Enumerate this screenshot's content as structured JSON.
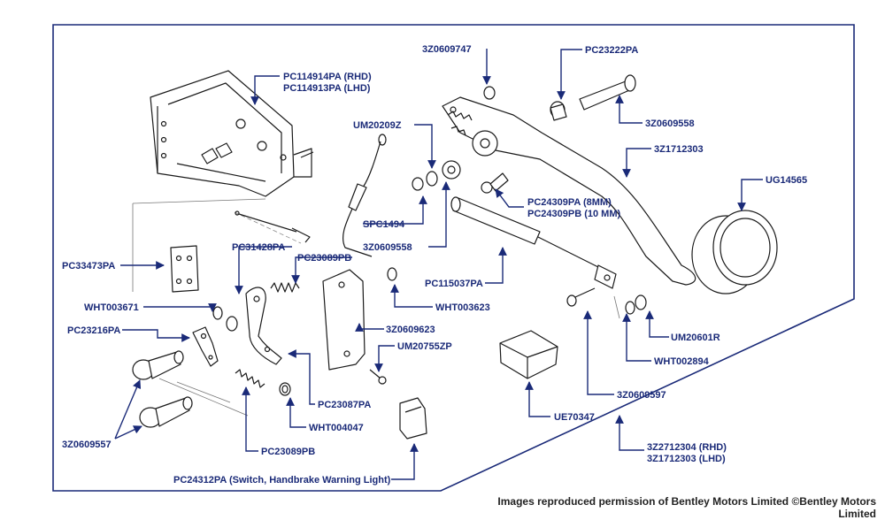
{
  "labels": {
    "pc114914pa": "PC114914PA (RHD)",
    "pc114913pa": "PC114913PA (LHD)",
    "z0609747": "3Z0609747",
    "pc23222pa": "PC23222PA",
    "um20209z": "UM20209Z",
    "z0609558_top": "3Z0609558",
    "z1712303": "3Z1712303",
    "ug14565": "UG14565",
    "pc24309pa": "PC24309PA (8MM)",
    "pc24309pb": "PC24309PB (10 MM)",
    "spc1494": "SPC1494",
    "z0609558_mid": "3Z0609558",
    "pc31428pa": "PC31428PA",
    "pc23089pb_top": "PC23089PB",
    "pc33473pa": "PC33473PA",
    "pc115037pa": "PC115037PA",
    "wht003623": "WHT003623",
    "wht003671": "WHT003671",
    "z0609623": "3Z0609623",
    "pc23216pa": "PC23216PA",
    "um20755zp": "UM20755ZP",
    "um20601r": "UM20601R",
    "wht002894": "WHT002894",
    "pc23087pa": "PC23087PA",
    "z0609597": "3Z0609597",
    "ue70347": "UE70347",
    "wht004047": "WHT004047",
    "z0609557": "3Z0609557",
    "z2712304": "3Z2712304 (RHD)",
    "z1712303_lhd": "3Z1712303 (LHD)",
    "pc23089pb_bot": "PC23089PB",
    "pc24312pa": "PC24312PA (Switch, Handbrake Warning Light)"
  },
  "credit": "Images reproduced permission of Bentley Motors Limited ©Bentley Motors Limited",
  "colors": {
    "leader": "#1a2a78",
    "label": "#1a2a78",
    "line_art": "#1a1a1a"
  }
}
